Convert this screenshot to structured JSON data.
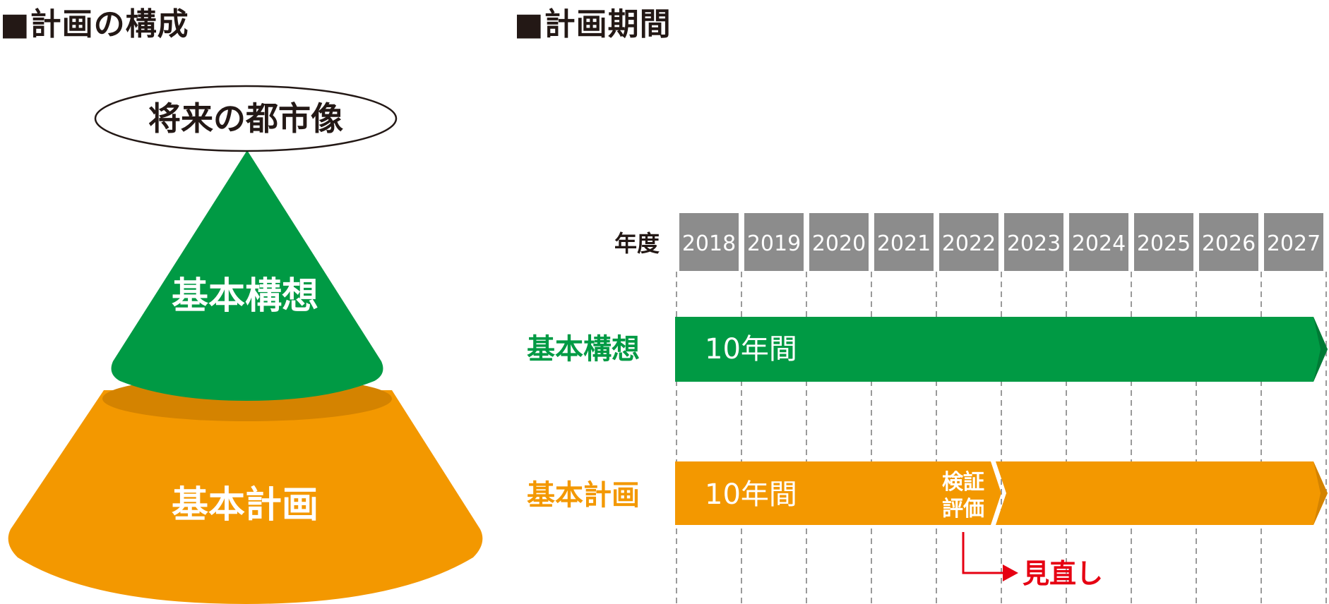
{
  "headings": {
    "structure": "■計画の構成",
    "period": "■計画期間"
  },
  "pyramid": {
    "top_label": "将来の都市像",
    "upper_label": "基本構想",
    "lower_label": "基本計画"
  },
  "timeline": {
    "year_header": "年度",
    "years": [
      "2018",
      "2019",
      "2020",
      "2021",
      "2022",
      "2023",
      "2024",
      "2025",
      "2026",
      "2027"
    ],
    "rows": [
      {
        "name": "基本構想",
        "bar_text": "10年間"
      },
      {
        "name": "基本計画",
        "bar_text": "10年間",
        "mid_label": [
          "検証",
          "評価"
        ]
      }
    ],
    "review_label": "見直し"
  },
  "colors": {
    "green": "#009a44",
    "orange": "#f39800",
    "orange_dark": "#d48300",
    "year_box": "#8c8c8c",
    "red": "#e60012"
  }
}
